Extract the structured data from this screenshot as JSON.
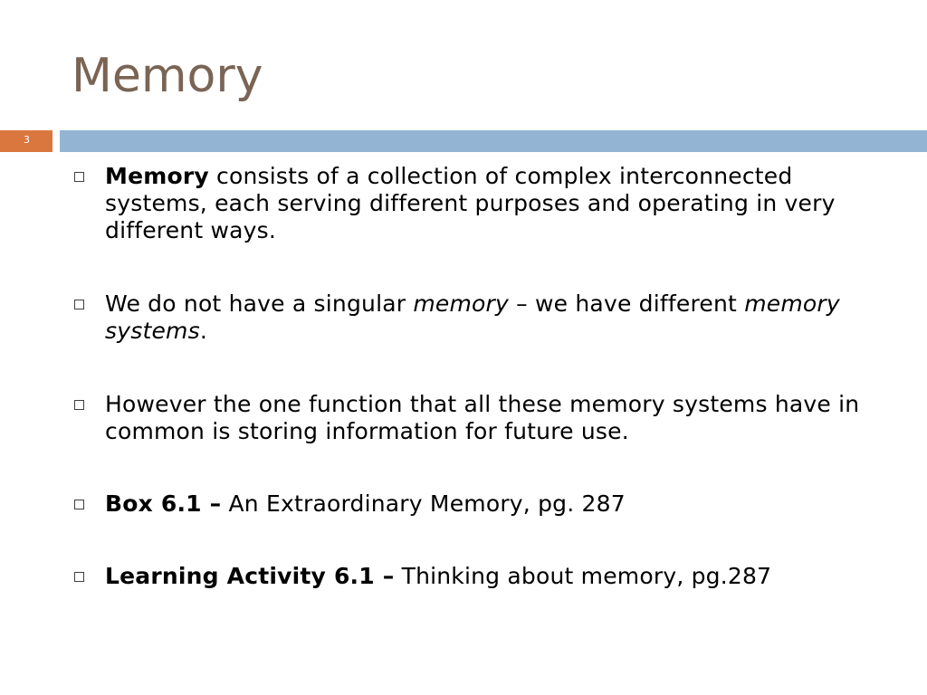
{
  "slide": {
    "title": "Memory",
    "number": "3"
  },
  "bullets": [
    {
      "bold": "Memory",
      "text": " consists of a collection of complex interconnected systems, each serving different purposes and operating in very different ways."
    },
    {
      "text_before": "We do not have a singular ",
      "italic_1": "memory",
      "text_mid": " – we have different ",
      "italic_2": "memory systems",
      "text_after": "."
    },
    {
      "text": "However the one function that all these memory systems have in common is storing information for future use."
    },
    {
      "bold": "Box 6.1 –",
      "text": " An Extraordinary Memory, pg. 287"
    },
    {
      "bold": "Learning Activity 6.1 –",
      "text": " Thinking about memory, pg.287"
    }
  ],
  "colors": {
    "title": "#7a6454",
    "accent_orange": "#d9773f",
    "accent_blue": "#93b5d3"
  },
  "icons": {
    "bullet": "hollow-square-bullet-icon"
  }
}
